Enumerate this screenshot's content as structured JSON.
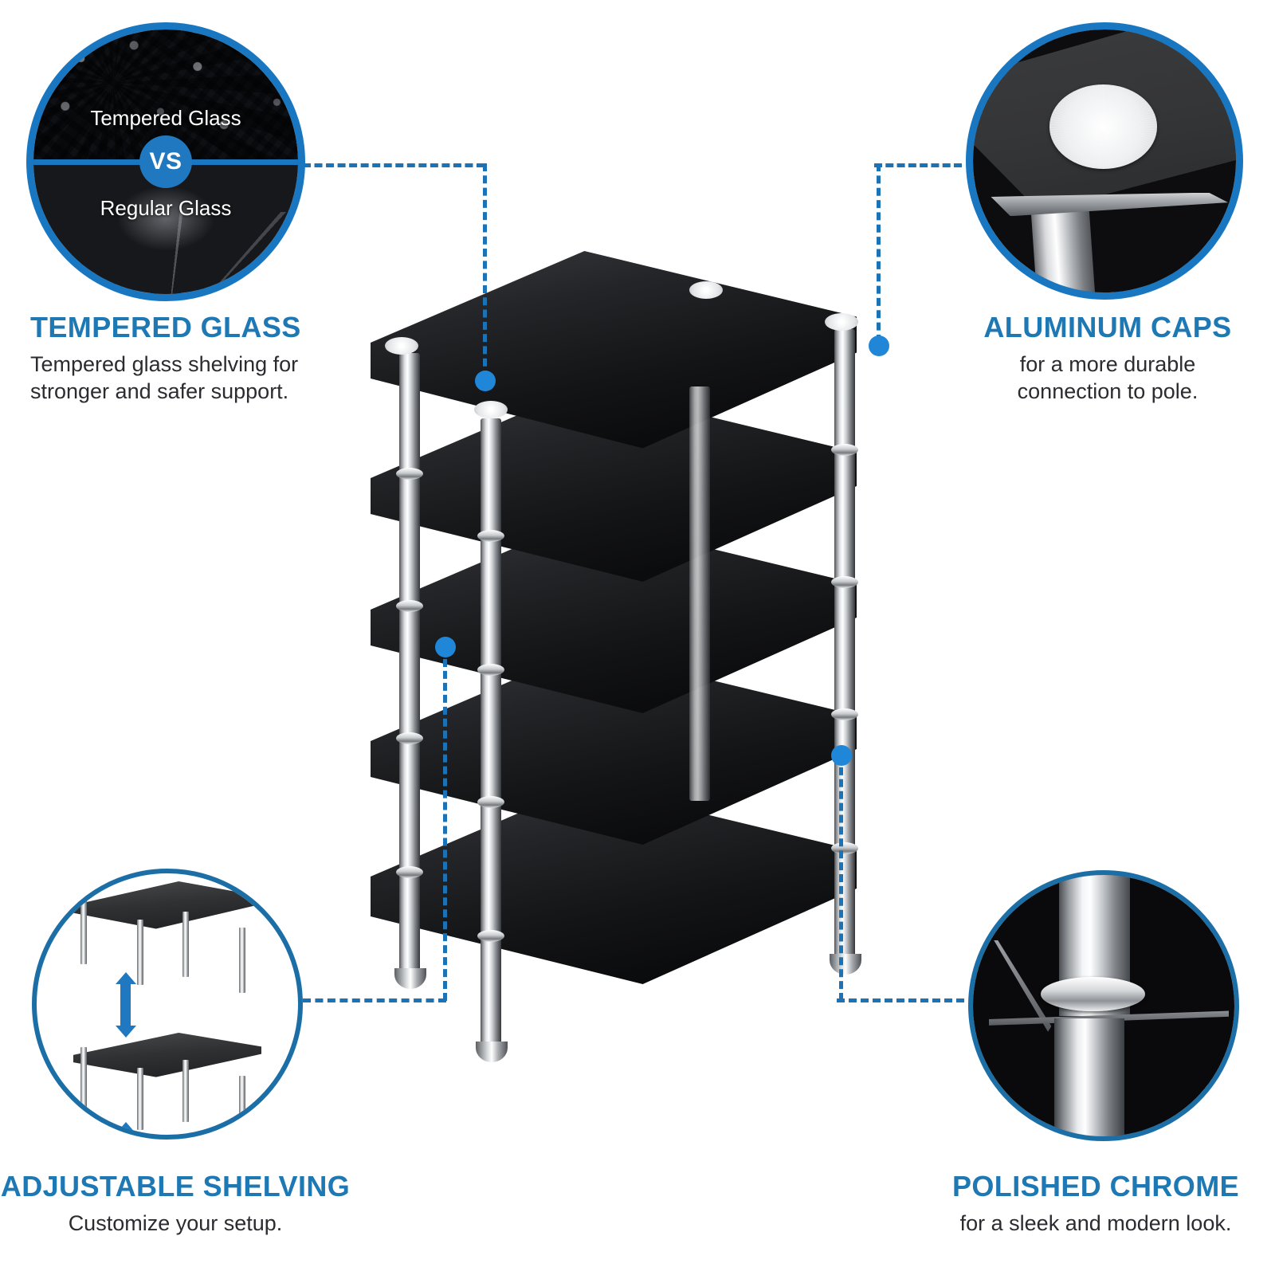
{
  "brand": {
    "accent_blue": "#1877c0",
    "heading_blue": "#1e78b4",
    "dot_blue": "#1f86d8",
    "body_text": "#2b2b30",
    "background": "#ffffff"
  },
  "features": [
    {
      "id": "tempered-glass",
      "position": "top-left",
      "heading": "TEMPERED GLASS",
      "body": "Tempered glass shelving for stronger and safer support.",
      "body_lines": [
        "Tempered glass shelving for",
        "stronger and safer support."
      ],
      "circle_labels": {
        "top": "Tempered Glass",
        "badge": "VS",
        "bottom": "Regular Glass"
      },
      "align": "left"
    },
    {
      "id": "aluminum-caps",
      "position": "top-right",
      "heading": "ALUMINUM CAPS",
      "body": "for a more durable connection to pole.",
      "body_lines": [
        "for a more durable",
        "connection to pole."
      ],
      "align": "center"
    },
    {
      "id": "adjustable-shelving",
      "position": "bottom-left",
      "heading": "ADJUSTABLE SHELVING",
      "body": "Customize your setup.",
      "body_lines": [
        "Customize your setup."
      ],
      "align": "center"
    },
    {
      "id": "polished-chrome",
      "position": "bottom-right",
      "heading": "POLISHED CHROME",
      "body": "for a sleek and modern look.",
      "body_lines": [
        "for a sleek and modern look."
      ],
      "align": "center"
    }
  ],
  "product": {
    "name": "5-tier black tempered glass AV media component stand",
    "shelf_count": 5,
    "pole_count": 4,
    "finish": "polished chrome",
    "glass_color": "black"
  }
}
